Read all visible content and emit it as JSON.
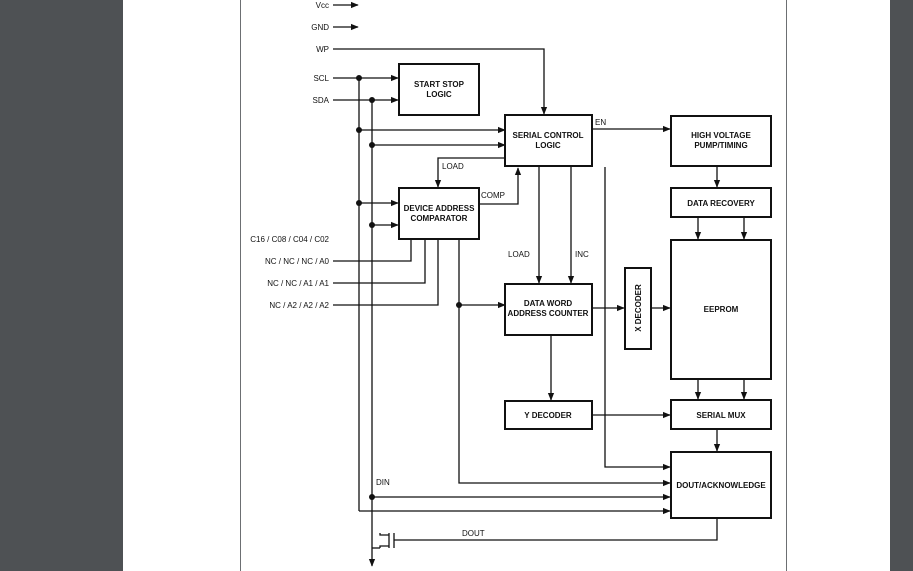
{
  "pins": {
    "vcc": "Vcc",
    "gnd": "GND",
    "wp": "WP",
    "scl": "SCL",
    "sda": "SDA",
    "variants": "C16 / C08 / C04 / C02",
    "a0": "NC  /  NC  /  NC  /   A0",
    "a1": "NC  /  NC  /   A1  /   A1",
    "a2": "NC  /   A2  /   A2  /   A2"
  },
  "blocks": {
    "start_stop": [
      "START STOP",
      "LOGIC"
    ],
    "serial_control": [
      "SERIAL CONTROL",
      "LOGIC"
    ],
    "high_voltage": [
      "HIGH VOLTAGE",
      "PUMP/TIMING"
    ],
    "device_address": [
      "DEVICE ADDRESS",
      "COMPARATOR"
    ],
    "data_recovery": "DATA RECOVERY",
    "eeprom": "EEPROM",
    "data_word": [
      "DATA WORD",
      "ADDRESS COUNTER"
    ],
    "x_decoder": "X  DECODER",
    "y_decoder": "Y DECODER",
    "serial_mux": "SERIAL MUX",
    "dout_ack": "DOUT/ACKNOWLEDGE"
  },
  "signals": {
    "en": "EN",
    "load_top": "LOAD",
    "comp": "COMP",
    "load_mid": "LOAD",
    "inc": "INC",
    "din": "DIN",
    "dout": "DOUT"
  }
}
